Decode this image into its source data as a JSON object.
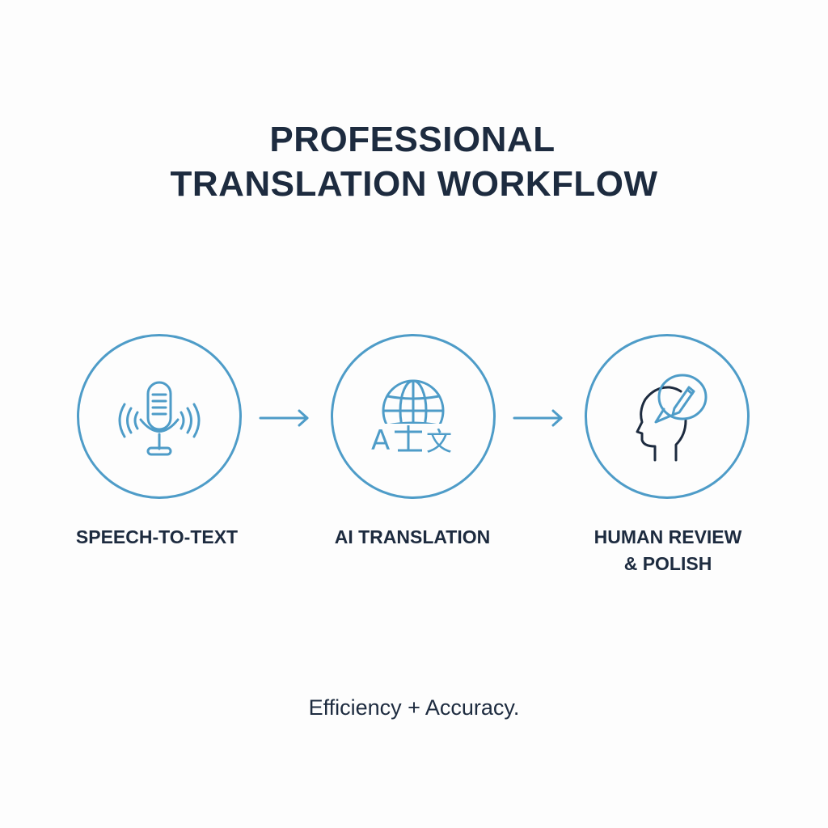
{
  "title": {
    "line1": "PROFESSIONAL",
    "line2": "TRANSLATION WORKFLOW"
  },
  "stages": [
    {
      "label": "SPEECH-TO-TEXT",
      "icon": "microphone-icon"
    },
    {
      "label": "AI TRANSLATION",
      "icon": "globe-translate-icon",
      "icon_text": "A",
      "icon_glyph": "文"
    },
    {
      "label_line1": "HUMAN REVIEW",
      "label_line2": "& POLISH",
      "icon": "human-head-pen-icon"
    }
  ],
  "tagline": "Efficiency + Accuracy.",
  "colors": {
    "accent": "#4e9cc8",
    "text": "#1d2b3f",
    "background": "#fdfdfd"
  }
}
